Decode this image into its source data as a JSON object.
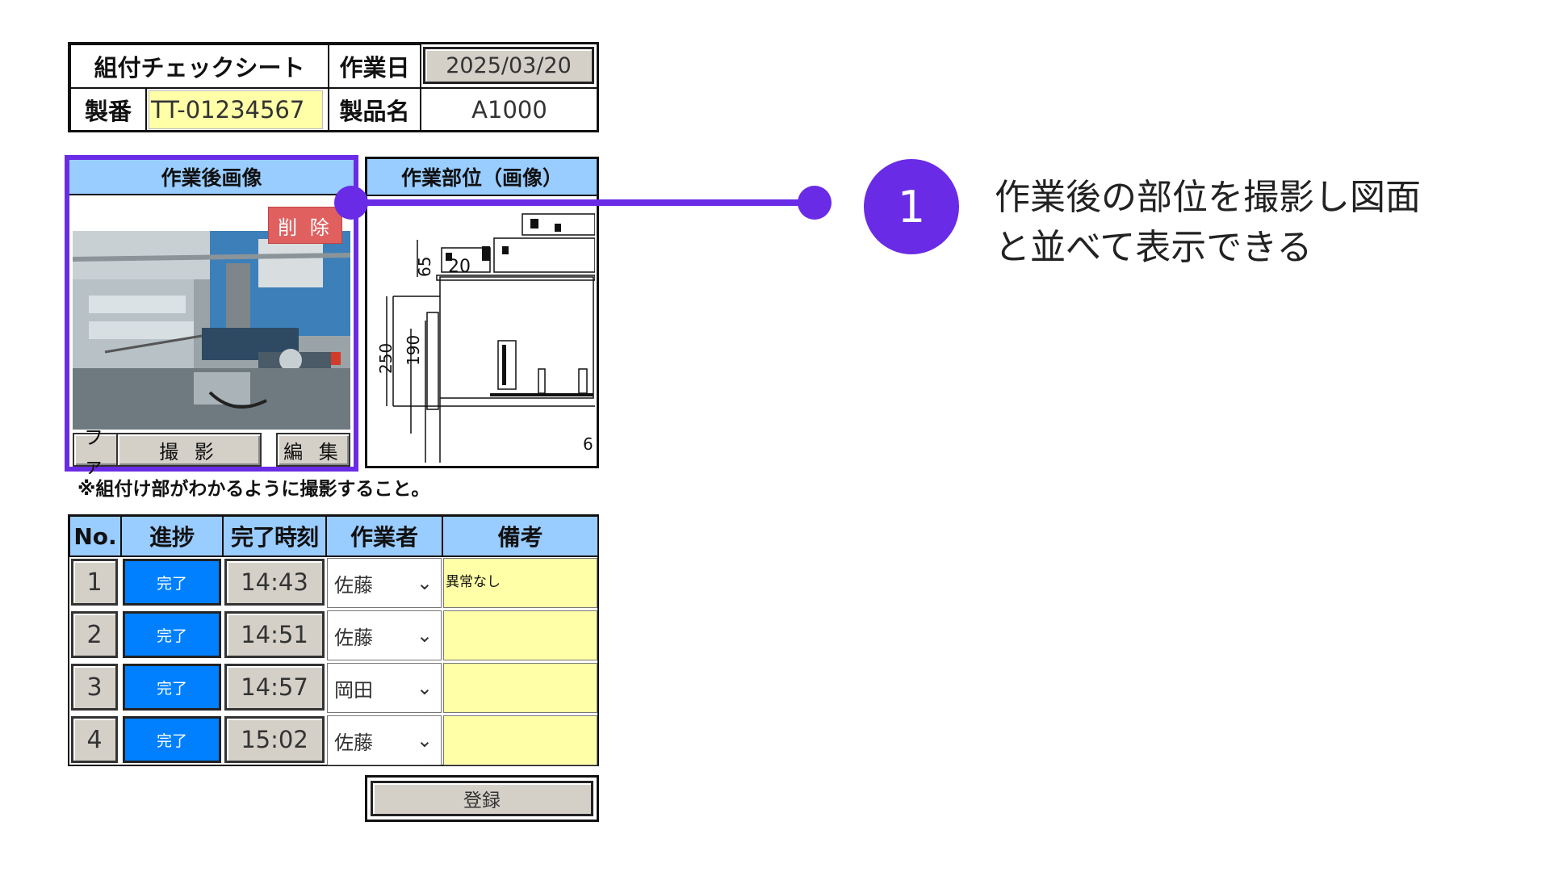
{
  "header": {
    "sheet_title": "組付チェックシート",
    "work_date_label": "作業日",
    "work_date_value": "2025/03/20",
    "serial_label": "製番",
    "serial_value": "TT-01234567",
    "product_label": "製品名",
    "product_value": "A1000"
  },
  "photo_panel": {
    "title": "作業後画像",
    "delete_label": "削 除",
    "file_label": "ファ",
    "shoot_label": "撮 影",
    "edit_label": "編 集"
  },
  "drawing_panel": {
    "title": "作業部位（画像）",
    "dims": [
      "65",
      "20",
      "250",
      "190",
      "6"
    ]
  },
  "note": "※組付け部がわかるように撮影すること。",
  "progress_table": {
    "headers": [
      "No.",
      "進捗",
      "完了時刻",
      "作業者",
      "備考"
    ],
    "rows": [
      {
        "no": "1",
        "status": "完了",
        "time": "14:43",
        "worker": "佐藤",
        "remark": "異常なし"
      },
      {
        "no": "2",
        "status": "完了",
        "time": "14:51",
        "worker": "佐藤",
        "remark": ""
      },
      {
        "no": "3",
        "status": "完了",
        "time": "14:57",
        "worker": "岡田",
        "remark": ""
      },
      {
        "no": "4",
        "status": "完了",
        "time": "15:02",
        "worker": "佐藤",
        "remark": ""
      }
    ]
  },
  "register_label": "登録",
  "callout": {
    "number": "1",
    "line1": "作業後の部位を撮影し図面",
    "line2": "と並べて表示できる",
    "accent_color": "#6a2be6"
  }
}
